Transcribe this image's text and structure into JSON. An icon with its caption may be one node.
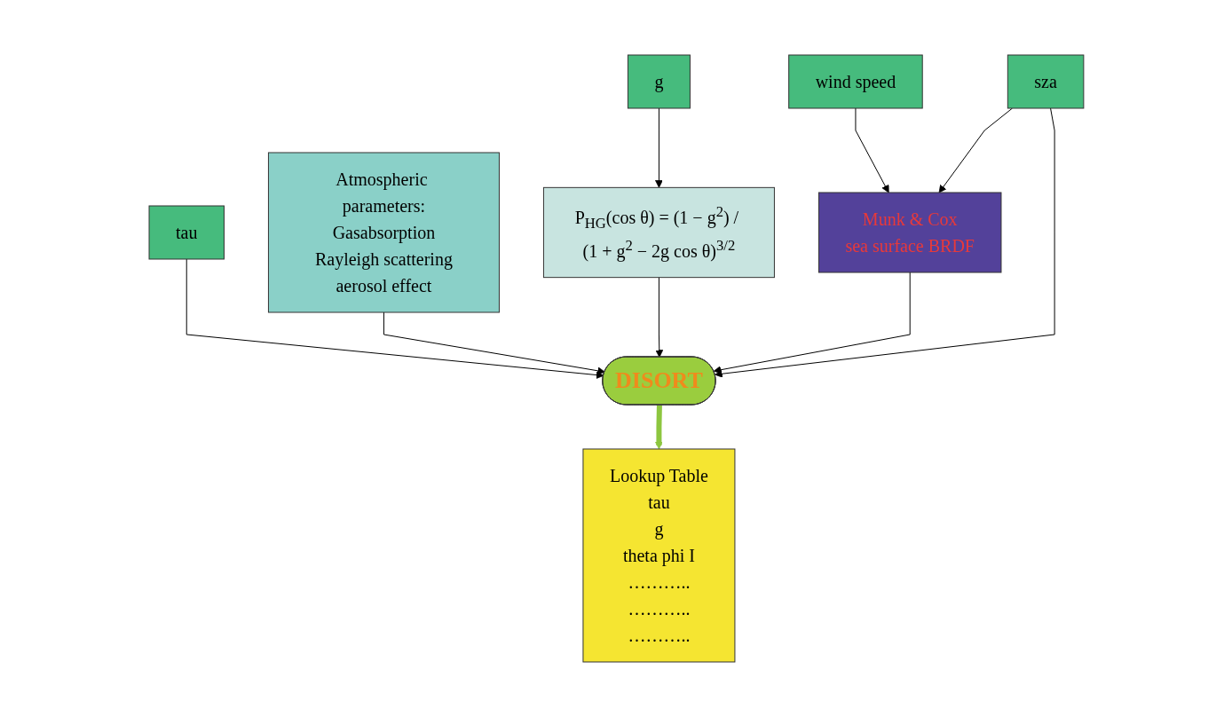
{
  "diagram": {
    "nodes": [
      {
        "text": [
          "tau"
        ]
      },
      {
        "text": [
          "g"
        ]
      },
      {
        "text": [
          "Atmospheric parameters:",
          "Gasabsorption",
          "Rayleigh scattering",
          "aerosol effect"
        ]
      },
      {
        "text": [
          "P$_{HG}$(cos θ) = (1 − g$^{2}$) / (1 + g$^{2}$ − 2g cos θ)$^{3/2}$"
        ]
      },
      {
        "text": [
          "DISORT"
        ]
      },
      {
        "text": [
          "Munk & Cox",
          "sea surface BRDF"
        ]
      },
      {
        "text": [
          "Lookup Table",
          "tau",
          "g",
          "theta phi I",
          "………..",
          "………..",
          "……….."
        ]
      },
      {
        "text": [
          "wind speed"
        ]
      },
      {
        "text": [
          "sza"
        ]
      }
    ],
    "edges": [
      {
        "from": 0,
        "to": 4,
        "arrow": "to"
      },
      {
        "from": 1,
        "to": 3,
        "arrow": "to"
      },
      {
        "from": 2,
        "to": 4,
        "arrow": "to"
      },
      {
        "from": 3,
        "to": 4,
        "arrow": "to"
      },
      {
        "from": 5,
        "to": 4,
        "arrow": "to"
      },
      {
        "from": 8,
        "to": 4,
        "arrow": "to"
      },
      {
        "from": 4,
        "to": 6,
        "arrow": "to",
        "style": "thick",
        "color": "#8dc63f"
      },
      {
        "from": 7,
        "to": 5,
        "arrow": "to"
      },
      {
        "from": 8,
        "to": 5,
        "arrow": "to"
      }
    ]
  }
}
